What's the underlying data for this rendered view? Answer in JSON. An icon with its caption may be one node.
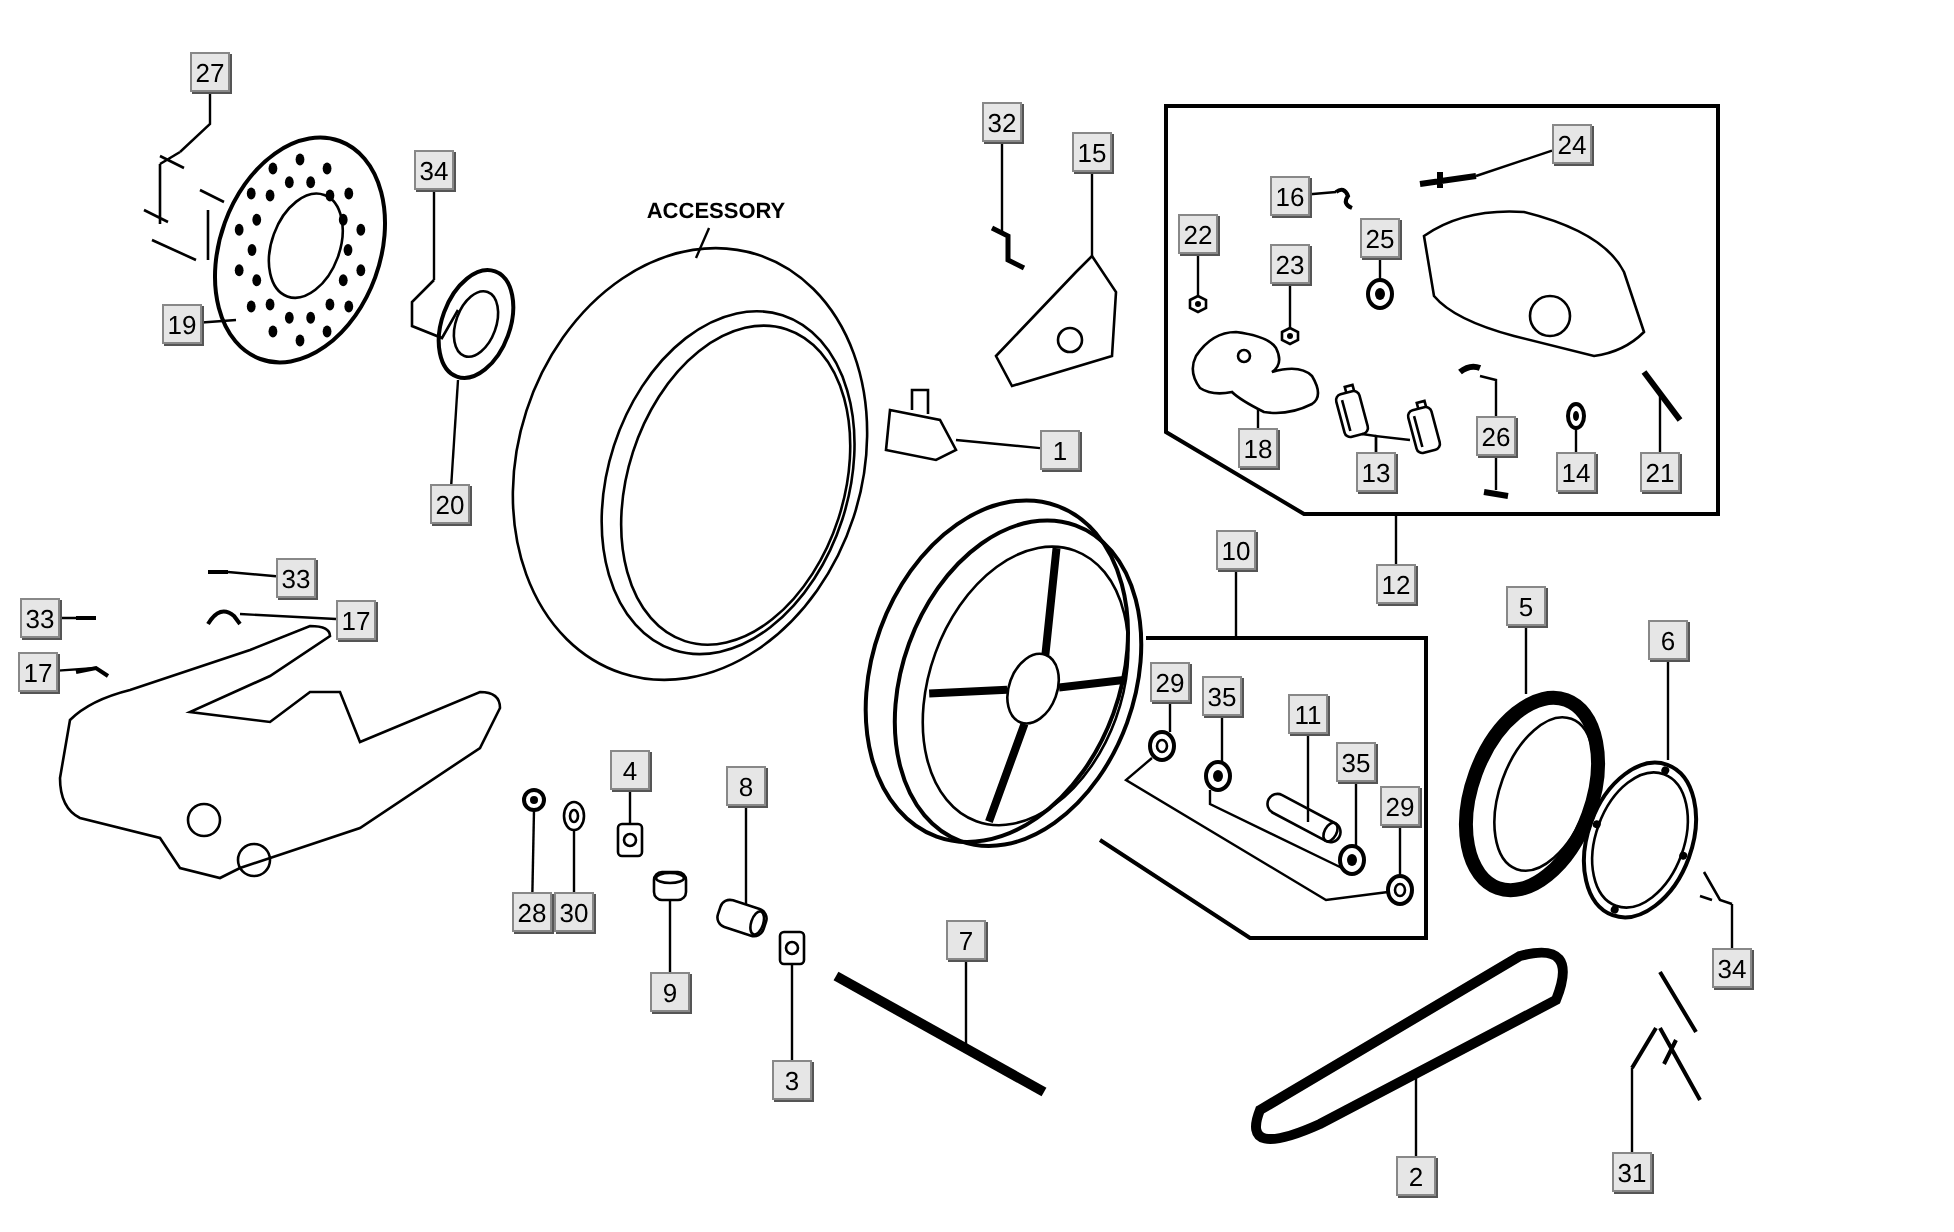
{
  "diagram": {
    "nodes": [
      {
        "text": [
          "27"
        ]
      },
      {
        "text": [
          "34"
        ]
      },
      {
        "text": [
          "ACCESSORY"
        ]
      },
      {
        "text": [
          "32"
        ]
      },
      {
        "text": [
          "15"
        ]
      },
      {
        "text": [],
        "shape": "box"
      },
      {
        "text": [
          "24"
        ],
        "in": 5
      },
      {
        "text": [
          "16"
        ],
        "in": 5
      },
      {
        "text": [
          "22"
        ],
        "in": 5
      },
      {
        "text": [
          "25"
        ],
        "in": 5
      },
      {
        "text": [
          "23"
        ],
        "in": 5
      },
      {
        "text": [
          "19"
        ]
      },
      {
        "text": [
          "1"
        ]
      },
      {
        "text": [
          "18"
        ],
        "in": 5
      },
      {
        "text": [
          "26"
        ],
        "in": 5
      },
      {
        "text": [
          "13"
        ],
        "in": 5
      },
      {
        "text": [
          "14"
        ],
        "in": 5
      },
      {
        "text": [
          "21"
        ],
        "in": 5
      },
      {
        "text": [
          "20"
        ]
      },
      {
        "text": [
          "10"
        ]
      },
      {
        "text": [
          "12"
        ]
      },
      {
        "text": [
          "33"
        ]
      },
      {
        "text": [
          "17"
        ]
      },
      {
        "text": [
          "33"
        ]
      },
      {
        "text": [
          "17"
        ]
      },
      {
        "text": [
          "5"
        ]
      },
      {
        "text": [
          "6"
        ]
      },
      {
        "text": [],
        "shape": "box"
      },
      {
        "text": [
          "29"
        ],
        "in": 27
      },
      {
        "text": [
          "35"
        ],
        "in": 27
      },
      {
        "text": [
          "11"
        ],
        "in": 27
      },
      {
        "text": [
          "35"
        ],
        "in": 27
      },
      {
        "text": [
          "29"
        ],
        "in": 27
      },
      {
        "text": [
          "4"
        ]
      },
      {
        "text": [
          "8"
        ]
      },
      {
        "text": [
          "28"
        ]
      },
      {
        "text": [
          "30"
        ]
      },
      {
        "text": [
          "9"
        ]
      },
      {
        "text": [
          "7"
        ]
      },
      {
        "text": [
          "34"
        ]
      },
      {
        "text": [
          "3"
        ]
      },
      {
        "text": [
          "2"
        ]
      },
      {
        "text": [
          "31"
        ]
      },
      {
        "text": [],
        "shape": "picture"
      },
      {
        "text": [],
        "shape": "picture"
      },
      {
        "text": [],
        "shape": "picture"
      },
      {
        "text": [],
        "shape": "picture"
      },
      {
        "text": [],
        "shape": "picture"
      },
      {
        "text": [],
        "shape": "picture",
        "in": 5
      },
      {
        "text": [],
        "shape": "picture",
        "in": 5
      },
      {
        "text": [],
        "shape": "picture",
        "in": 5
      },
      {
        "text": [],
        "shape": "picture",
        "in": 5
      },
      {
        "text": [],
        "shape": "picture",
        "in": 5
      },
      {
        "text": [],
        "shape": "picture"
      },
      {
        "text": [],
        "shape": "picture"
      },
      {
        "text": [],
        "shape": "picture",
        "in": 5
      },
      {
        "text": [],
        "shape": "picture",
        "in": 5
      },
      {
        "text": [],
        "shape": "picture",
        "in": 5
      },
      {
        "text": [],
        "shape": "picture",
        "in": 5
      },
      {
        "text": [],
        "shape": "picture",
        "in": 5
      },
      {
        "text": [],
        "shape": "picture",
        "in": 5
      },
      {
        "text": [],
        "shape": "picture",
        "in": 5
      },
      {
        "text": [],
        "shape": "picture"
      },
      {
        "text": [],
        "shape": "picture"
      },
      {
        "text": [],
        "shape": "picture"
      },
      {
        "text": [],
        "shape": "picture"
      },
      {
        "text": [],
        "shape": "picture"
      },
      {
        "text": [],
        "shape": "picture"
      },
      {
        "text": [],
        "shape": "picture"
      },
      {
        "text": [],
        "shape": "picture",
        "in": 27
      },
      {
        "text": [],
        "shape": "picture",
        "in": 27
      },
      {
        "text": [],
        "shape": "picture",
        "in": 27
      },
      {
        "text": [],
        "shape": "picture",
        "in": 27
      },
      {
        "text": [],
        "shape": "picture",
        "in": 27
      },
      {
        "text": [],
        "shape": "picture"
      },
      {
        "text": [],
        "shape": "picture"
      },
      {
        "text": [],
        "shape": "picture"
      },
      {
        "text": [],
        "shape": "picture"
      },
      {
        "text": [],
        "shape": "picture"
      },
      {
        "text": [],
        "shape": "picture"
      },
      {
        "text": [],
        "shape": "picture"
      },
      {
        "text": [],
        "shape": "picture"
      },
      {
        "text": [],
        "shape": "picture"
      },
      {
        "text": [],
        "shape": "picture"
      }
    ],
    "edges": [
      {
        "from": 0,
        "to": 43,
        "arrow": "none"
      },
      {
        "from": 1,
        "to": 44,
        "arrow": "none"
      },
      {
        "from": 2,
        "to": 45,
        "arrow": "none"
      },
      {
        "from": 3,
        "to": 46,
        "arrow": "none"
      },
      {
        "from": 4,
        "to": 47,
        "arrow": "none"
      },
      {
        "from": 6,
        "to": 48,
        "arrow": "none"
      },
      {
        "from": 7,
        "to": 49,
        "arrow": "none"
      },
      {
        "from": 8,
        "to": 50,
        "arrow": "none"
      },
      {
        "from": 9,
        "to": 51,
        "arrow": "none"
      },
      {
        "from": 10,
        "to": 52,
        "arrow": "none"
      },
      {
        "from": 11,
        "to": 53,
        "arrow": "none"
      },
      {
        "from": 12,
        "to": 54,
        "arrow": "none"
      },
      {
        "from": 13,
        "to": 55,
        "arrow": "none"
      },
      {
        "from": 14,
        "to": 56,
        "arrow": "none"
      },
      {
        "from": 14,
        "to": 57,
        "arrow": "none"
      },
      {
        "from": 15,
        "to": 58,
        "arrow": "none"
      },
      {
        "from": 15,
        "to": 59,
        "arrow": "none"
      },
      {
        "from": 16,
        "to": 60,
        "arrow": "none"
      },
      {
        "from": 17,
        "to": 61,
        "arrow": "none"
      },
      {
        "from": 18,
        "to": 62,
        "arrow": "none"
      },
      {
        "from": 19,
        "to": 27,
        "arrow": "none"
      },
      {
        "from": 20,
        "to": 5,
        "arrow": "none"
      },
      {
        "from": 21,
        "to": 63,
        "arrow": "none"
      },
      {
        "from": 22,
        "to": 64,
        "arrow": "none"
      },
      {
        "from": 23,
        "to": 65,
        "arrow": "none"
      },
      {
        "from": 24,
        "to": 66,
        "arrow": "none"
      },
      {
        "from": 25,
        "to": 67,
        "arrow": "none"
      },
      {
        "from": 26,
        "to": 68,
        "arrow": "none"
      },
      {
        "from": 28,
        "to": 69,
        "arrow": "none"
      },
      {
        "from": 29,
        "to": 70,
        "arrow": "none"
      },
      {
        "from": 30,
        "to": 71,
        "arrow": "none"
      },
      {
        "from": 31,
        "to": 72,
        "arrow": "none"
      },
      {
        "from": 32,
        "to": 73,
        "arrow": "none"
      },
      {
        "from": 33,
        "to": 74,
        "arrow": "none"
      },
      {
        "from": 34,
        "to": 75,
        "arrow": "none"
      },
      {
        "from": 35,
        "to": 76,
        "arrow": "none"
      },
      {
        "from": 36,
        "to": 77,
        "arrow": "none"
      },
      {
        "from": 37,
        "to": 78,
        "arrow": "none"
      },
      {
        "from": 38,
        "to": 79,
        "arrow": "none"
      },
      {
        "from": 39,
        "to": 80,
        "arrow": "none"
      },
      {
        "from": 40,
        "to": 81,
        "arrow": "none"
      },
      {
        "from": 41,
        "to": 82,
        "arrow": "none"
      },
      {
        "from": 42,
        "to": 83,
        "arrow": "none"
      },
      {
        "from": 69,
        "to": 73,
        "arrow": "none"
      },
      {
        "from": 70,
        "to": 72,
        "arrow": "none"
      }
    ]
  }
}
